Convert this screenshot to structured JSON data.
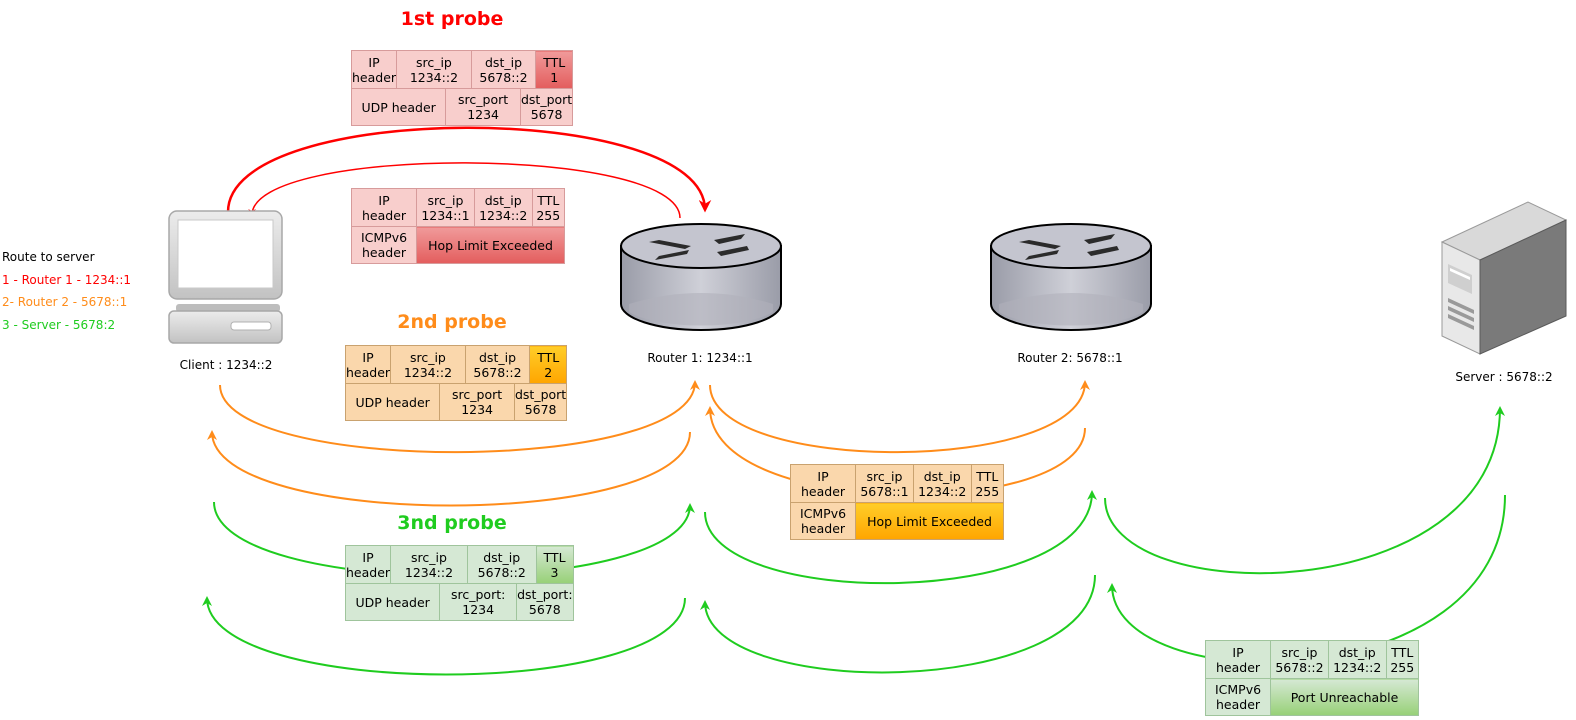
{
  "probes": {
    "first": "1st probe",
    "second": "2nd probe",
    "third": "3nd probe"
  },
  "legend": {
    "title": "Route to server",
    "router1": "1 - Router 1 - 1234::1",
    "router2": "2- Router 2 - 5678::1",
    "server": "3 - Server - 5678:2"
  },
  "nodes": {
    "client": "Client : 1234::2",
    "router1": "Router 1: 1234::1",
    "router2": "Router 2: 5678::1",
    "server": "Server : 5678::2"
  },
  "packets": {
    "probe1": {
      "ip_header": "IP\nheader",
      "src_ip": "src_ip\n1234::2",
      "dst_ip": "dst_ip\n5678::2",
      "ttl": "TTL\n1",
      "udp_header": "UDP header",
      "src_port": "src_port\n1234",
      "dst_port": "dst_port\n5678"
    },
    "reply1": {
      "ip_header": "IP\nheader",
      "src_ip": "src_ip\n1234::1",
      "dst_ip": "dst_ip\n1234::2",
      "ttl": "TTL\n255",
      "icmp_header": "ICMPv6\nheader",
      "message": "Hop Limit Exceeded"
    },
    "probe2": {
      "ip_header": "IP\nheader",
      "src_ip": "src_ip\n1234::2",
      "dst_ip": "dst_ip\n5678::2",
      "ttl": "TTL\n2",
      "udp_header": "UDP header",
      "src_port": "src_port\n1234",
      "dst_port": "dst_port\n5678"
    },
    "reply2": {
      "ip_header": "IP\nheader",
      "src_ip": "src_ip\n5678::1",
      "dst_ip": "dst_ip\n1234::2",
      "ttl": "TTL\n255",
      "icmp_header": "ICMPv6\nheader",
      "message": "Hop Limit Exceeded"
    },
    "probe3": {
      "ip_header": "IP\nheader",
      "src_ip": "src_ip\n1234::2",
      "dst_ip": "dst_ip\n5678::2",
      "ttl": "TTL\n3",
      "udp_header": "UDP header",
      "src_port": "src_port:\n1234",
      "dst_port": "dst_port:\n5678"
    },
    "reply3": {
      "ip_header": "IP\nheader",
      "src_ip": "src_ip\n5678::2",
      "dst_ip": "dst_ip\n1234::2",
      "ttl": "TTL\n255",
      "icmp_header": "ICMPv6\nheader",
      "message": "Port Unreachable"
    }
  },
  "colors": {
    "probe1": "#ff0000",
    "probe2": "#ff8c1a",
    "probe3": "#1fcc1f"
  },
  "icons": {
    "client": "desktop-computer-icon",
    "router": "router-icon",
    "server": "server-tower-icon"
  }
}
